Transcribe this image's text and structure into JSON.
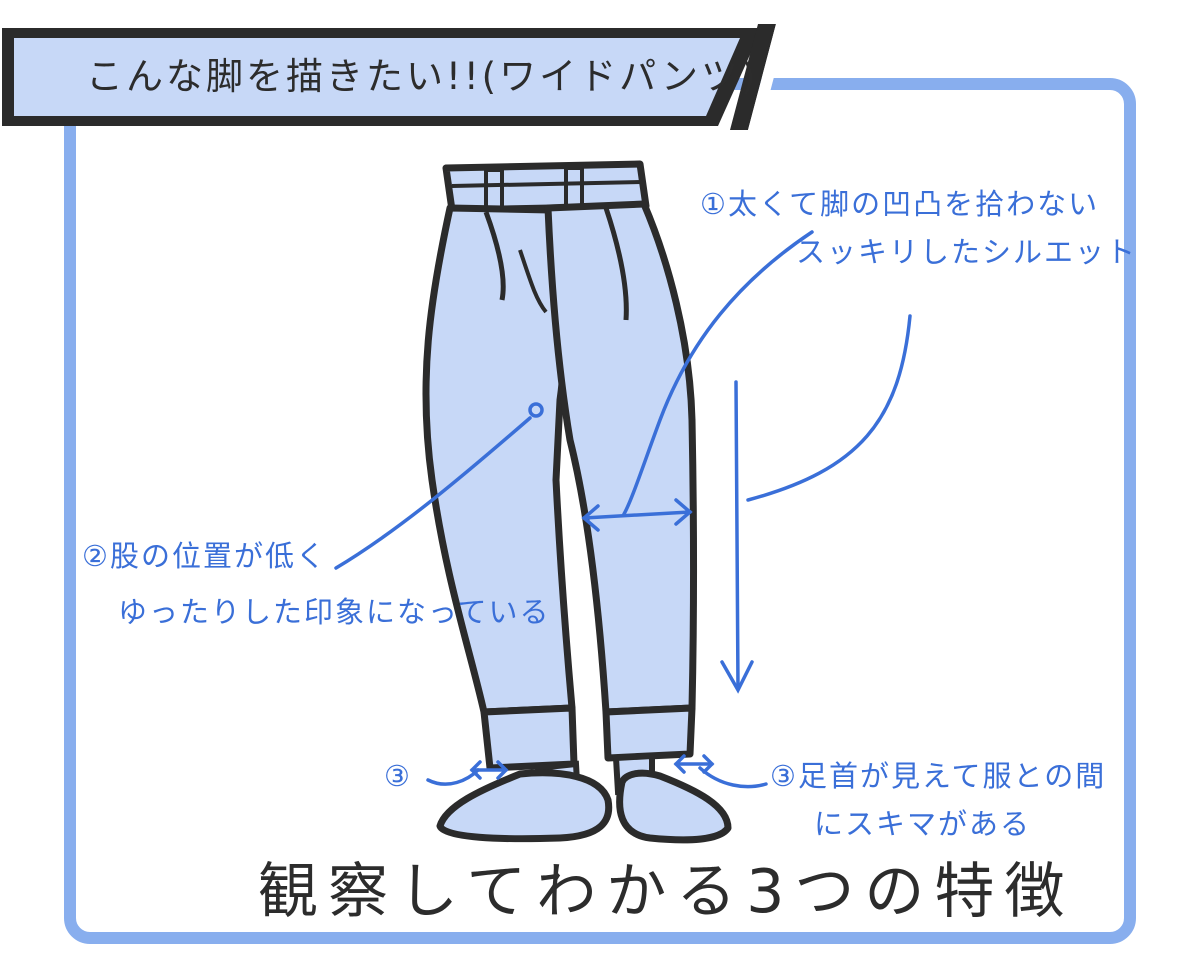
{
  "header": {
    "title": "こんな脚を描きたい!!(ワイドパンツ)"
  },
  "notes": {
    "n1_line1": "①太くて脚の凹凸を拾わない",
    "n1_line2": "スッキリしたシルエット",
    "n2_line1": "②股の位置が低く",
    "n2_line2": "ゆったりした印象になっている",
    "n3_left": "③",
    "n3_line1": "③足首が見えて服との間",
    "n3_line2": "にスキマがある"
  },
  "footer": {
    "caption": "観察してわかる3つの特徴"
  },
  "colors": {
    "accent": "#3a6fd8",
    "frame": "#88aeee",
    "fill": "#c7d8f7",
    "ink": "#2c2c2c"
  }
}
